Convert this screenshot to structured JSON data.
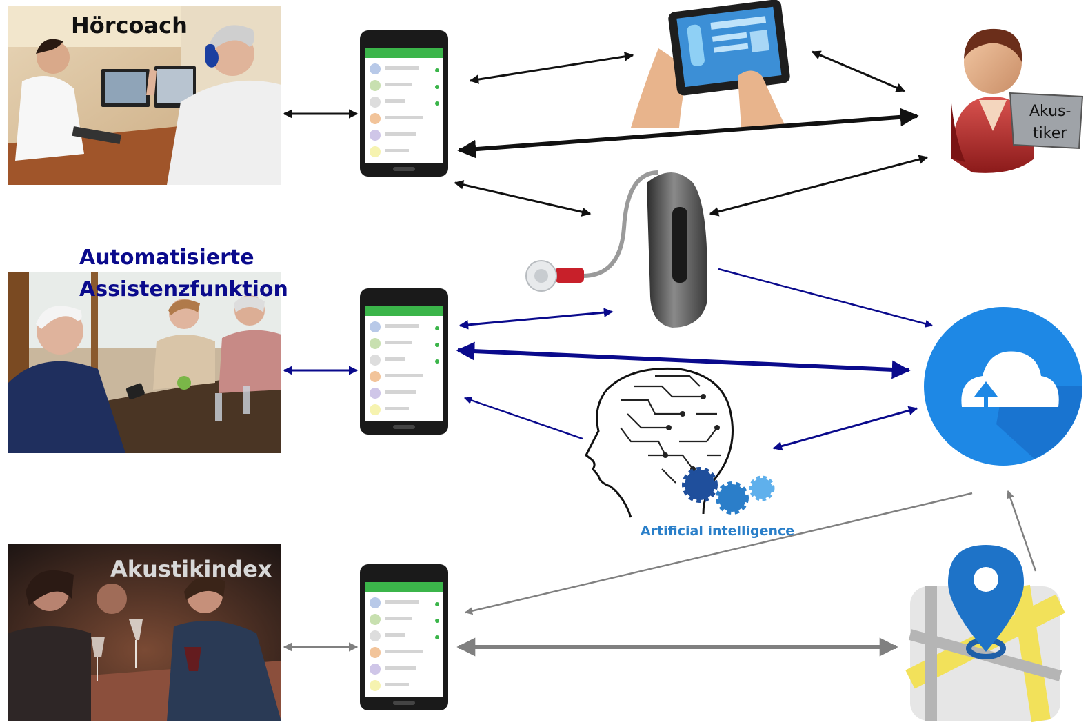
{
  "labels": {
    "hoercoach": "Hörcoach",
    "automatisierte_line1": "Automatisierte",
    "automatisierte_line2": "Assistenzfunktion",
    "akustikindex": "Akustikindex",
    "akustiker_line1": "Akus-",
    "akustiker_line2": "tiker",
    "ai": "Artificial intelligence"
  },
  "colors": {
    "black_arrow": "#111111",
    "blue_arrow": "#0a0a8c",
    "gray_arrow": "#808080",
    "label_blue": "#0a0a8c",
    "ai_blue": "#2a7fc9",
    "phone_green": "#3bb54a",
    "cloud_blue": "#1e88e5"
  },
  "icons": [
    "smartphone-icon",
    "tablet-icon",
    "audiologist-icon",
    "hearing-aid-icon",
    "cloud-upload-icon",
    "ai-head-icon",
    "map-pin-icon"
  ]
}
